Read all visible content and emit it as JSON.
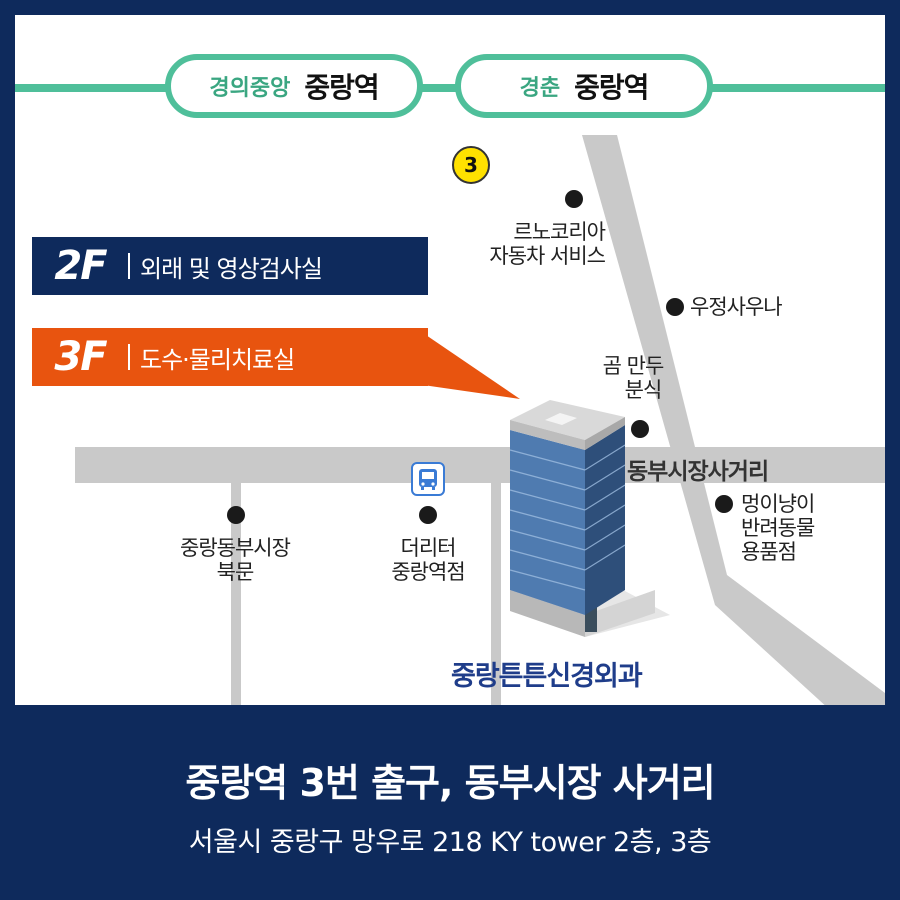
{
  "stations": [
    {
      "line": "경의중앙",
      "name": "중랑역"
    },
    {
      "line": "경춘",
      "name": "중랑역"
    }
  ],
  "exit_number": "3",
  "floors": [
    {
      "floor": "2F",
      "desc": "외래 및 영상검사실",
      "color": "#0e2a5c"
    },
    {
      "floor": "3F",
      "desc": "도수·물리치료실",
      "color": "#e8540f"
    }
  ],
  "pois": {
    "renault": [
      "르노코리아",
      "자동차 서비스"
    ],
    "post": "우정사우나",
    "dumpling": [
      "곰 만두",
      "분식"
    ],
    "pet": [
      "멍이냥이",
      "반려동물",
      "용품점"
    ],
    "market_north": [
      "중랑동부시장",
      "북문"
    ],
    "the_liter": [
      "더리터",
      "중랑역점"
    ]
  },
  "road_label": "동부시장사거리",
  "hospital_name": "중랑튼튼신경외과",
  "bus_icon": "bus-stop-icon",
  "footer": {
    "headline": "중랑역 3번 출구, 동부시장 사거리",
    "address": "서울시 중랑구 망우로 218 KY tower 2층, 3층"
  },
  "colors": {
    "metro": "#4fbf9a",
    "navy": "#0e2a5c",
    "orange": "#e8540f",
    "road": "#c9c9c9"
  }
}
